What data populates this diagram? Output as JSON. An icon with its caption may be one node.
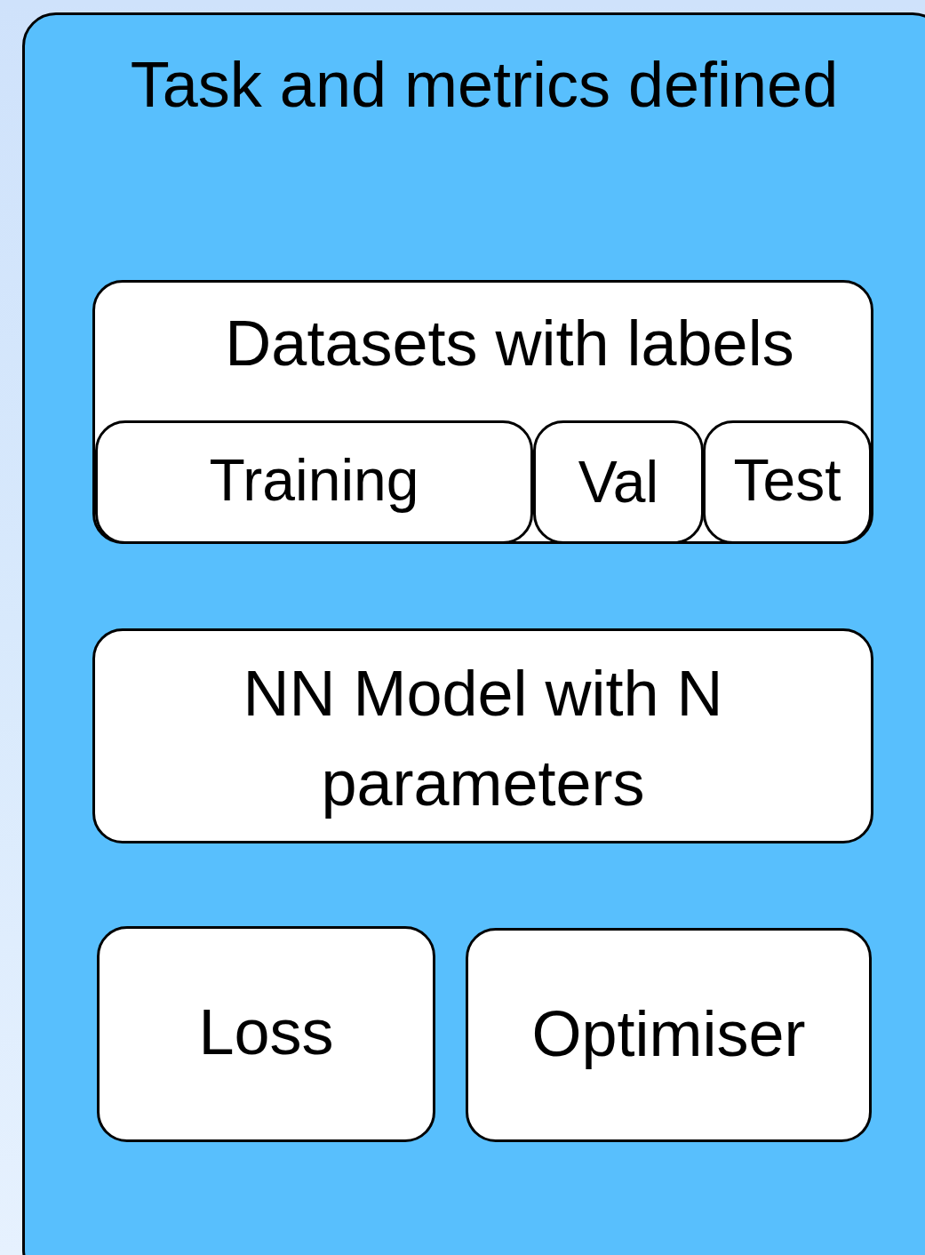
{
  "diagram": {
    "nodes": [
      {
        "text": [
          "Task and metrics defined"
        ]
      },
      {
        "text": [
          "Datasets with labels"
        ],
        "in": 0
      },
      {
        "text": [
          "Training"
        ],
        "in": 1
      },
      {
        "text": [
          "Val"
        ],
        "in": 1
      },
      {
        "text": [
          "Test"
        ],
        "in": 1
      },
      {
        "text": [
          "NN Model with N parameters"
        ],
        "in": 0
      },
      {
        "text": [
          "Loss"
        ],
        "in": 0
      },
      {
        "text": [
          "Optimiser"
        ],
        "in": 0
      }
    ]
  }
}
